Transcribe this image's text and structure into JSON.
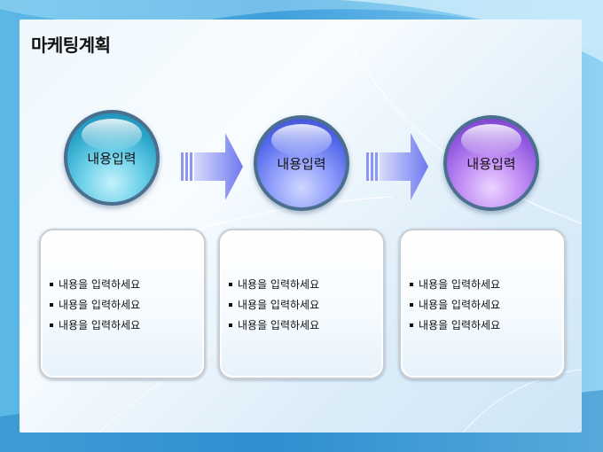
{
  "slide": {
    "title": "마케팅계획",
    "colors": {
      "frame": "#3f9fdc",
      "panel": "#eef7fd",
      "sphere_cyan": "#29a3c8",
      "sphere_blue": "#5266ea",
      "sphere_purple": "#9057e0",
      "arrow": "#7b86f2"
    }
  },
  "steps": [
    {
      "label": "내용입력",
      "items": [
        "내용을 입력하세요",
        "내용을 입력하세요",
        "내용을 입력하세요"
      ]
    },
    {
      "label": "내용입력",
      "items": [
        "내용을 입력하세요",
        "내용을 입력하세요",
        "내용을 입력하세요"
      ]
    },
    {
      "label": "내용입력",
      "items": [
        "내용을 입력하세요",
        "내용을 입력하세요",
        "내용을 입력하세요"
      ]
    }
  ]
}
